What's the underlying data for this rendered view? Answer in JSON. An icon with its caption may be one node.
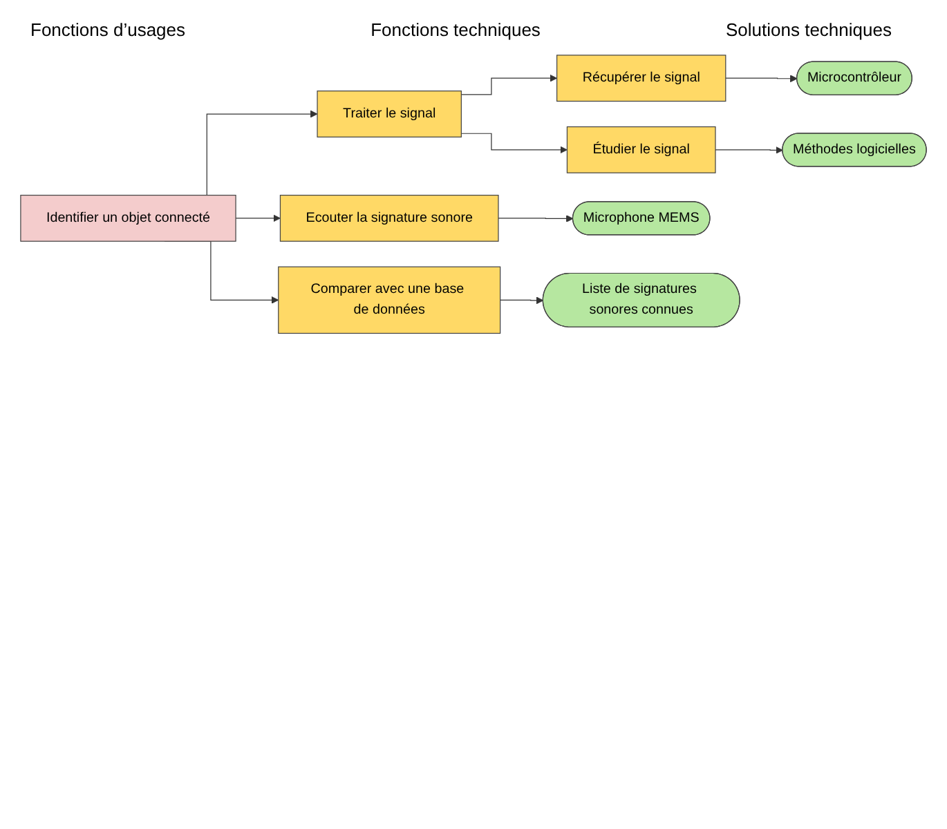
{
  "diagram": {
    "nodes": [
      {
        "text": [
          "Identifier un objet connecté"
        ]
      },
      {
        "text": [
          "Ecouter la signature sonore"
        ]
      },
      {
        "text": [
          "Traiter le signal"
        ]
      },
      {
        "text": [
          "Comparer avec une base de données"
        ]
      },
      {
        "text": [
          "Récupérer le signal"
        ]
      },
      {
        "text": [
          "Étudier le signal"
        ]
      },
      {
        "text": [
          "Microphone MEMS"
        ]
      },
      {
        "text": [
          "Microcontrôleur"
        ]
      },
      {
        "text": [
          "Méthodes logicielles"
        ]
      },
      {
        "text": [
          "Liste de signatures sonores connues"
        ]
      }
    ],
    "edges": [
      {
        "from": 0,
        "to": 1,
        "arrow": "to"
      },
      {
        "from": 0,
        "to": 2,
        "arrow": "to"
      },
      {
        "from": 0,
        "to": 3,
        "arrow": "to"
      },
      {
        "from": 1,
        "to": 6,
        "arrow": "to"
      },
      {
        "from": 2,
        "to": 4,
        "arrow": "to"
      },
      {
        "from": 2,
        "to": 5,
        "arrow": "to"
      },
      {
        "from": 4,
        "to": 7,
        "arrow": "to"
      },
      {
        "from": 5,
        "to": 8,
        "arrow": "to"
      },
      {
        "from": 3,
        "to": 9,
        "arrow": "to"
      }
    ],
    "labels": [
      "Fonctions d’usages",
      "Fonctions techniques",
      "Solutions techniques"
    ]
  }
}
